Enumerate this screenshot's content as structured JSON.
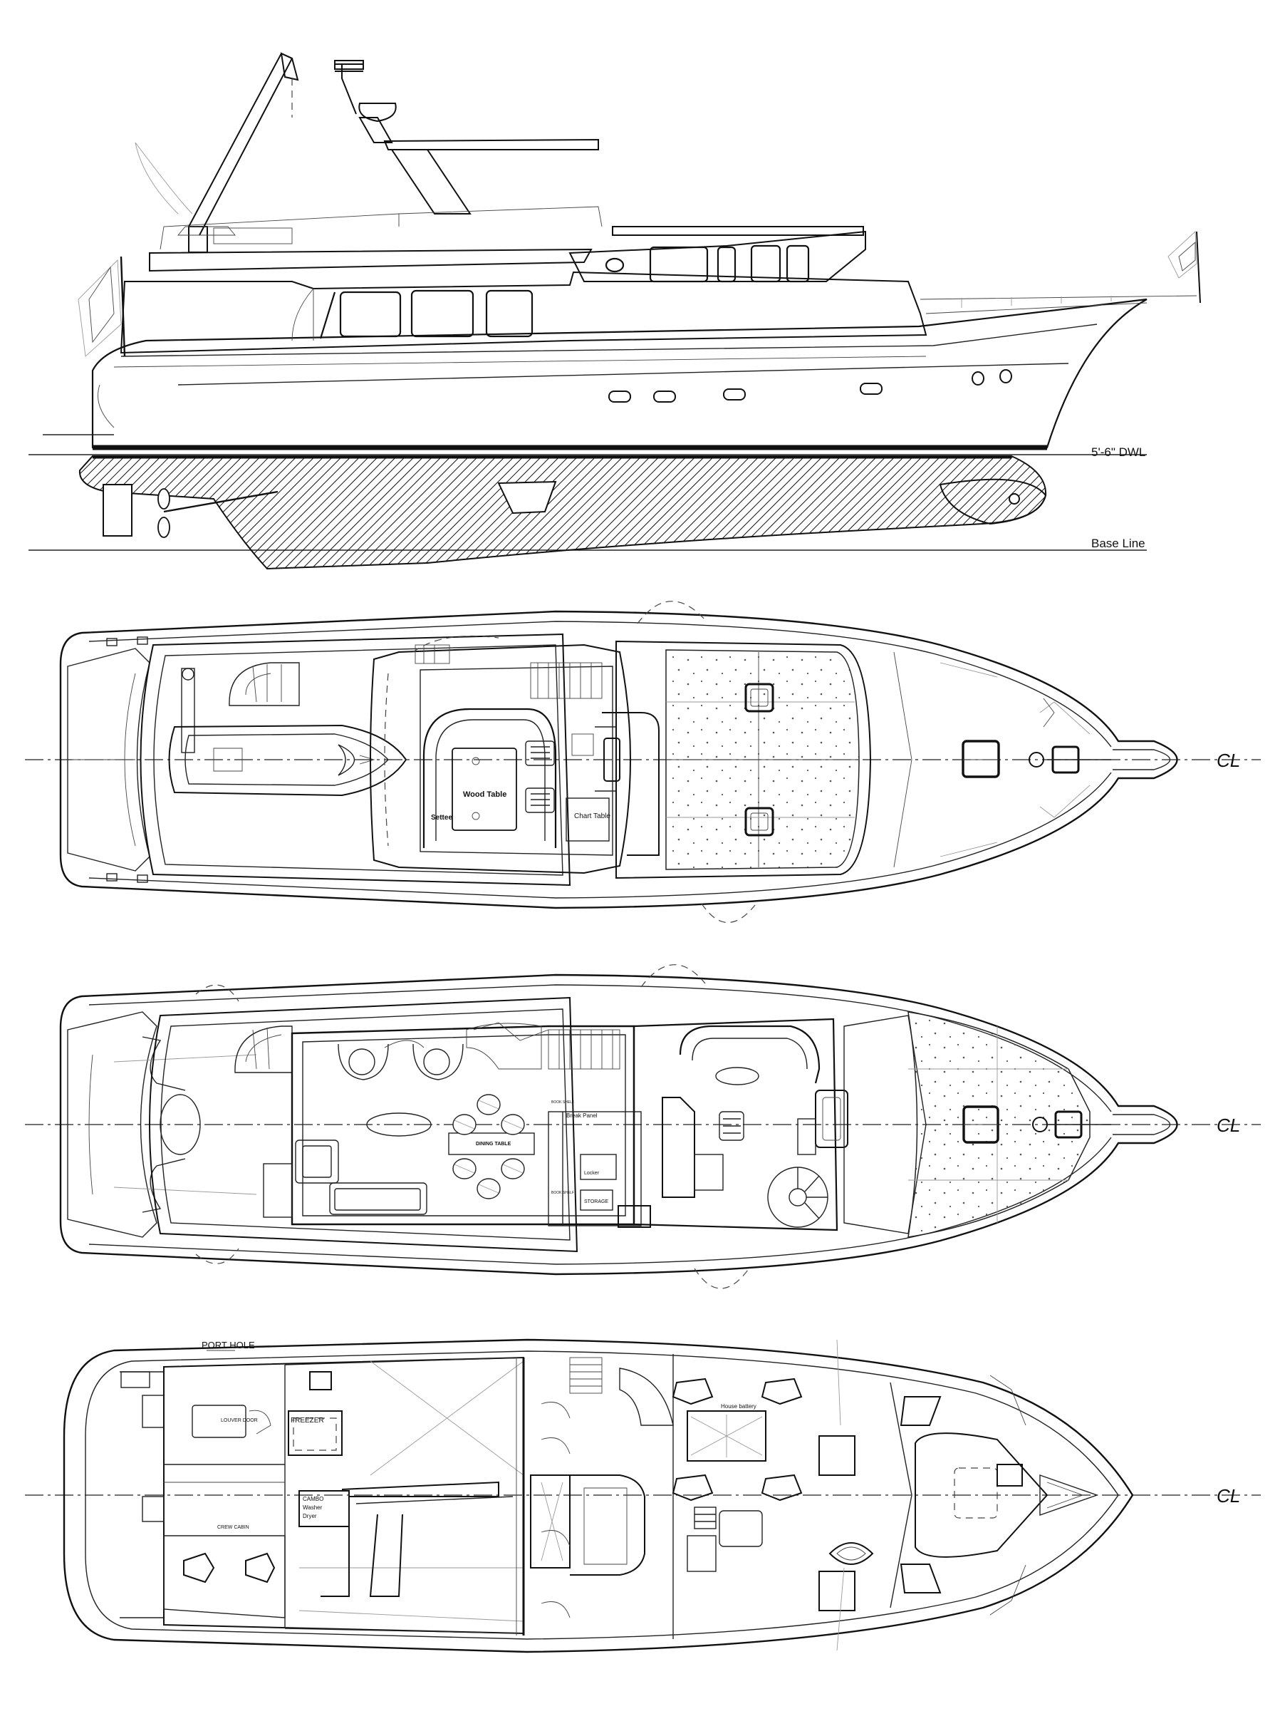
{
  "profile": {
    "dwl_label": "5'-6\" DWL",
    "baseline_label": "Base Line"
  },
  "flybridge": {
    "centerline_symbol": "CL",
    "labels": {
      "wood_table": "Wood Table",
      "chart_table": "Chart Table",
      "settee": "Settee"
    }
  },
  "main_deck": {
    "centerline_symbol": "CL",
    "labels": {
      "dinette_table": "DINING TABLE",
      "stbd_panel": "Break Panel",
      "locker": "Locker",
      "storage": "STORAGE",
      "book_shelf_top": "BOOK SHELF",
      "book_shelf_bottom": "BOOK SHELF"
    }
  },
  "lower_deck": {
    "centerline_symbol": "CL",
    "labels": {
      "port_hole": "PORT HOLE",
      "freezer": "FREEZER",
      "louver_door": "LOUVER DOOR",
      "crew_cabin": "CREW CABIN",
      "washer_dryer_1": "CAMBO",
      "washer_dryer_2": "Washer",
      "washer_dryer_3": "Dryer",
      "house_battery": "House battery"
    }
  }
}
